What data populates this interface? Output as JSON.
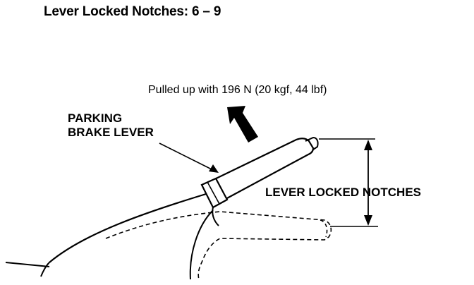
{
  "title": "Lever Locked Notches: 6 – 9",
  "labels": {
    "pull_force": "Pulled up with 196 N (20 kgf, 44 lbf)",
    "lever_line1": "PARKING",
    "lever_line2": "BRAKE LEVER",
    "notches": "LEVER LOCKED NOTCHES"
  },
  "colors": {
    "ink": "#000000",
    "paper": "#ffffff"
  }
}
